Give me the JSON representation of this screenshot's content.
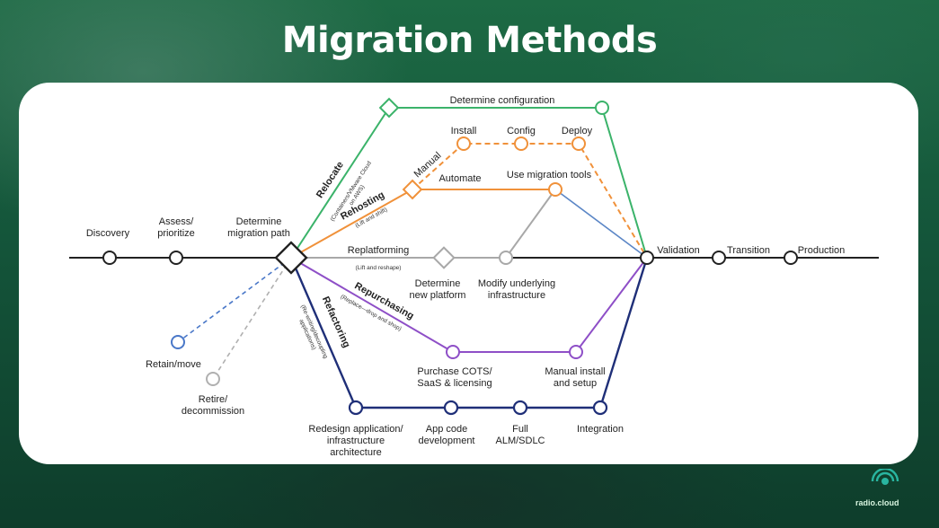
{
  "title": "Migration Methods",
  "brand": {
    "text": "radio.cloud",
    "accent": "#29b5a0"
  },
  "colors": {
    "main": "#222222",
    "relocate": "#3bb36a",
    "rehost": "#f0913a",
    "replatform": "#a8a8a8",
    "repurchase": "#8e4fc7",
    "refactor": "#1f2f78",
    "retain": "#4a78c8",
    "retire": "#b0b0b0",
    "blue_link": "#5b86c6"
  },
  "labels": {
    "discovery": "Discovery",
    "assess_1": "Assess/",
    "assess_2": "prioritize",
    "determine_path_1": "Determine",
    "determine_path_2": "migration path",
    "determine_config": "Determine configuration",
    "install": "Install",
    "config": "Config",
    "deploy": "Deploy",
    "manual": "Manual",
    "automate": "Automate",
    "use_migration_tools": "Use migration tools",
    "relocate": "Relocate",
    "relocate_sub_1": "(Containers/VMware Cloud",
    "relocate_sub_2": "on AWS)",
    "rehosting": "Rehosting",
    "rehosting_sub": "(Lift and shift)",
    "replatforming": "Replatforming",
    "replatforming_sub": "(Lift and reshape)",
    "determine_platform_1": "Determine",
    "determine_platform_2": "new platform",
    "modify_infra_1": "Modify underlying",
    "modify_infra_2": "infrastructure",
    "repurchasing": "Repurchasing",
    "repurchasing_sub": "(Replace—drop and shop)",
    "refactoring": "Refactoring",
    "refactoring_sub_1": "(Re-writing/decoupling",
    "refactoring_sub_2": "applications)",
    "retain": "Retain/move",
    "retire_1": "Retire/",
    "retire_2": "decommission",
    "purchase_1": "Purchase COTS/",
    "purchase_2": "SaaS & licensing",
    "manual_install_1": "Manual install",
    "manual_install_2": "and setup",
    "redesign_1": "Redesign application/",
    "redesign_2": "infrastructure",
    "redesign_3": "architecture",
    "app_code_1": "App code",
    "app_code_2": "development",
    "full_1": "Full",
    "full_2": "ALM/SDLC",
    "integration": "Integration",
    "validation": "Validation",
    "transition": "Transition",
    "production": "Production"
  }
}
